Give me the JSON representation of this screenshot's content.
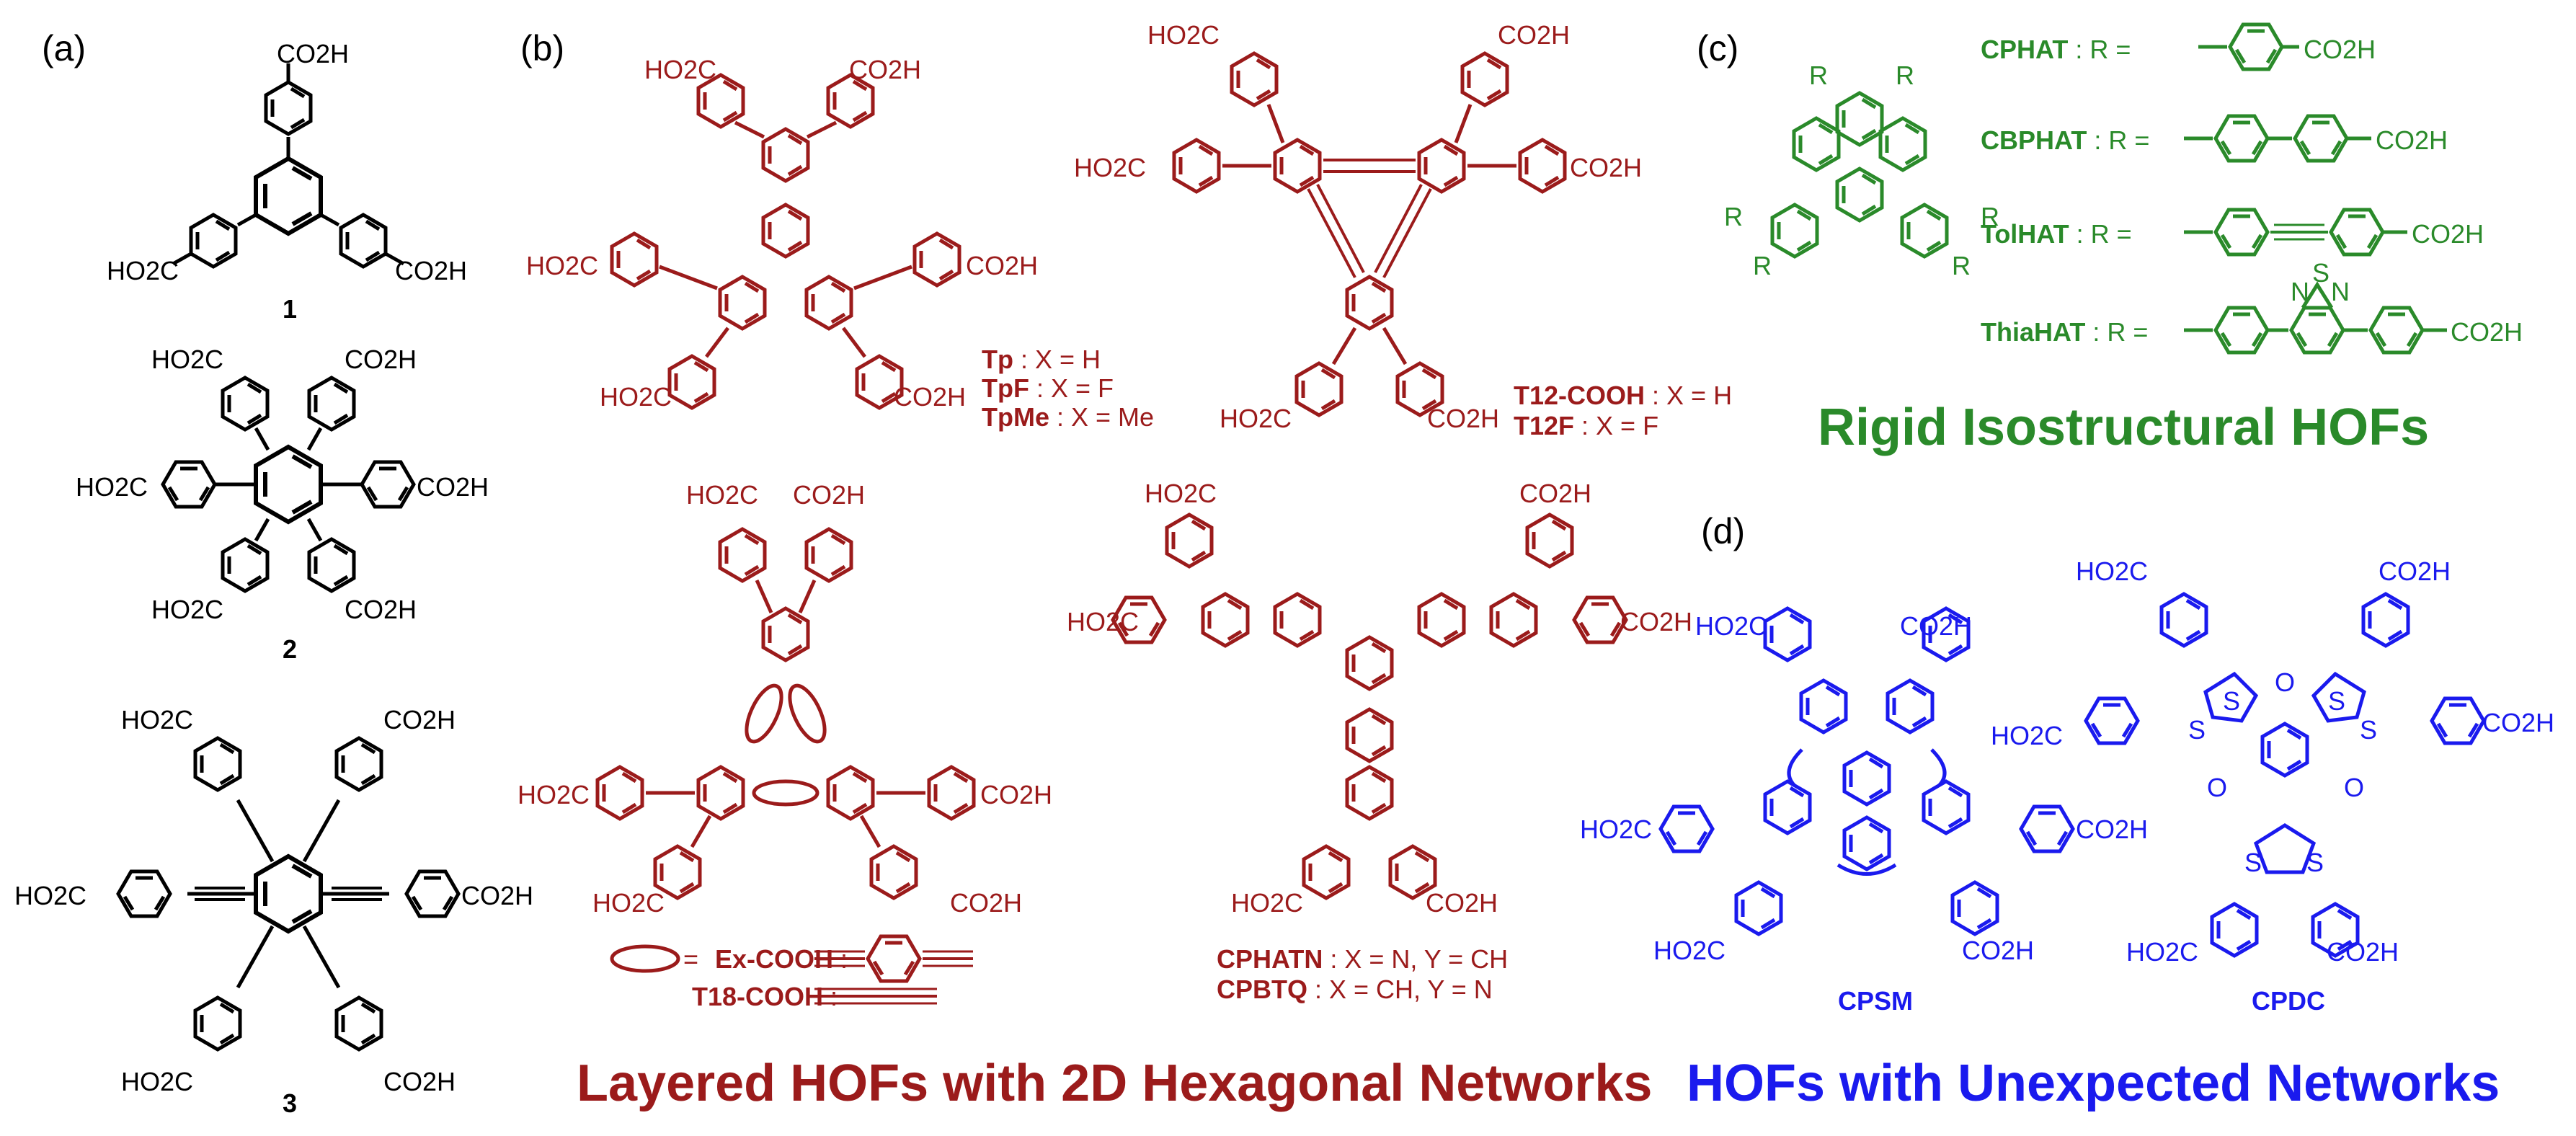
{
  "panels": {
    "a": "(a)",
    "b": "(b)",
    "c": "(c)",
    "d": "(d)"
  },
  "compounds_a": {
    "c1": "1",
    "c2": "2",
    "c3": "3"
  },
  "group_text": {
    "co2h": "CO2H",
    "ho2c": "HO2C"
  },
  "panel_b": {
    "tp_defs": [
      {
        "name": "Tp",
        "def": " : X = H"
      },
      {
        "name": "TpF",
        "def": " : X = F"
      },
      {
        "name": "TpMe",
        "def": " : X = Me"
      }
    ],
    "t12_defs": [
      {
        "name": "T12-COOH",
        "def": " : X = H"
      },
      {
        "name": "T12F",
        "def": " : X = F"
      }
    ],
    "ex_defs": [
      {
        "name": "Ex-COOH",
        "def": " :"
      },
      {
        "name": "T18-COOH",
        "def": " :"
      }
    ],
    "cphatn_defs": [
      {
        "name": "CPHATN",
        "def": " : X = N, Y = CH"
      },
      {
        "name": "CPBTQ",
        "def": " : X = CH, Y = N"
      }
    ],
    "equals": "=",
    "caption": "Layered HOFs with 2D Hexagonal Networks"
  },
  "panel_c": {
    "defs": [
      {
        "name": "CPHAT",
        "def": " : R ="
      },
      {
        "name": "CBPHAT",
        "def": " : R ="
      },
      {
        "name": "TolHAT",
        "def": " : R ="
      },
      {
        "name": "ThiaHAT",
        "def": " : R ="
      }
    ],
    "atom_r": "R",
    "atom_n": "N",
    "atom_s": "S",
    "caption": "Rigid Isostructural HOFs"
  },
  "panel_d": {
    "cpsm": "CPSM",
    "cpdc": "CPDC",
    "atom_o": "O",
    "atom_s": "S",
    "caption": "HOFs with Unexpected Networks"
  },
  "colors": {
    "black": "#000000",
    "red": "#9b1b1b",
    "green": "#2a8a2a",
    "blue": "#1a1aee"
  }
}
